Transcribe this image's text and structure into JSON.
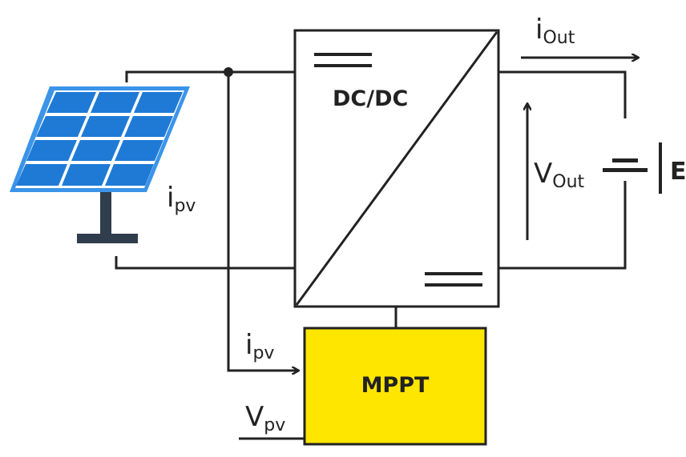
{
  "converter": {
    "label": "DC/DC"
  },
  "mppt": {
    "label": "MPPT",
    "fill": "#ffe600"
  },
  "labels": {
    "i_out": {
      "main": "i",
      "sub": "Out"
    },
    "v_out": {
      "main": "V",
      "sub": "Out"
    },
    "i_pv_left": {
      "main": "i",
      "sub": "pv"
    },
    "i_pv_mppt": {
      "main": "i",
      "sub": "pv"
    },
    "v_pv": {
      "main": "V",
      "sub": "pv"
    },
    "battery": "E"
  },
  "colors": {
    "wire": "#222222",
    "panel_cell": "#1f7ad6",
    "panel_frame": "#3b94e8",
    "stand": "#2f3d4c"
  }
}
